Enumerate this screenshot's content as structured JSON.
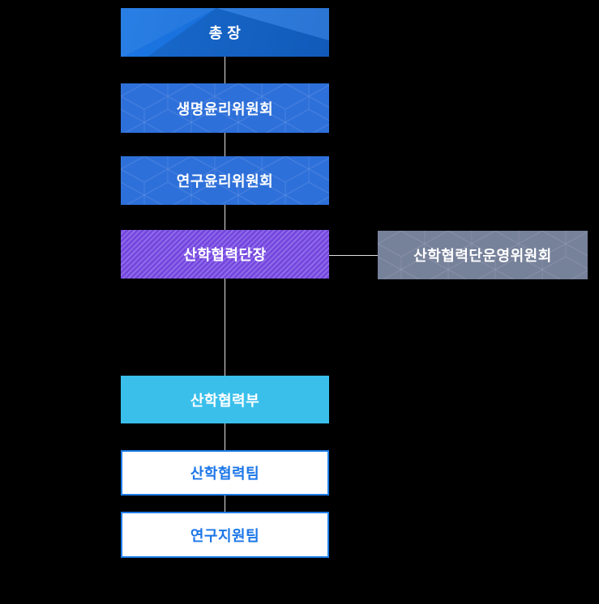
{
  "org_chart": {
    "nodes": [
      {
        "id": "president",
        "label": "총 장"
      },
      {
        "id": "bioethics-committee",
        "label": "생명윤리위원회"
      },
      {
        "id": "research-ethics-committee",
        "label": "연구윤리위원회"
      },
      {
        "id": "iacf-head",
        "label": "산학협력단장"
      },
      {
        "id": "iacf-steering-committee",
        "label": "산학협력단운영위원회"
      },
      {
        "id": "industry-cooperation-dept",
        "label": "산학협력부"
      },
      {
        "id": "industry-cooperation-team",
        "label": "산학협력팀"
      },
      {
        "id": "research-support-team",
        "label": "연구지원팀"
      }
    ],
    "colors": {
      "background": "#000000",
      "president_blue_gradient_start": "#1c77e4",
      "president_blue_gradient_end": "#1365cf",
      "committee_blue": "#2e70da",
      "head_purple_base": "#7647de",
      "head_purple_stripe": "#9172ec",
      "steering_gray": "#76819a",
      "department_cyan": "#3abfeb",
      "team_border_blue": "#1e7de8",
      "team_text_blue": "#1b76e8",
      "connector_line": "#e0e0e0",
      "node_text_white": "#ffffff"
    }
  }
}
